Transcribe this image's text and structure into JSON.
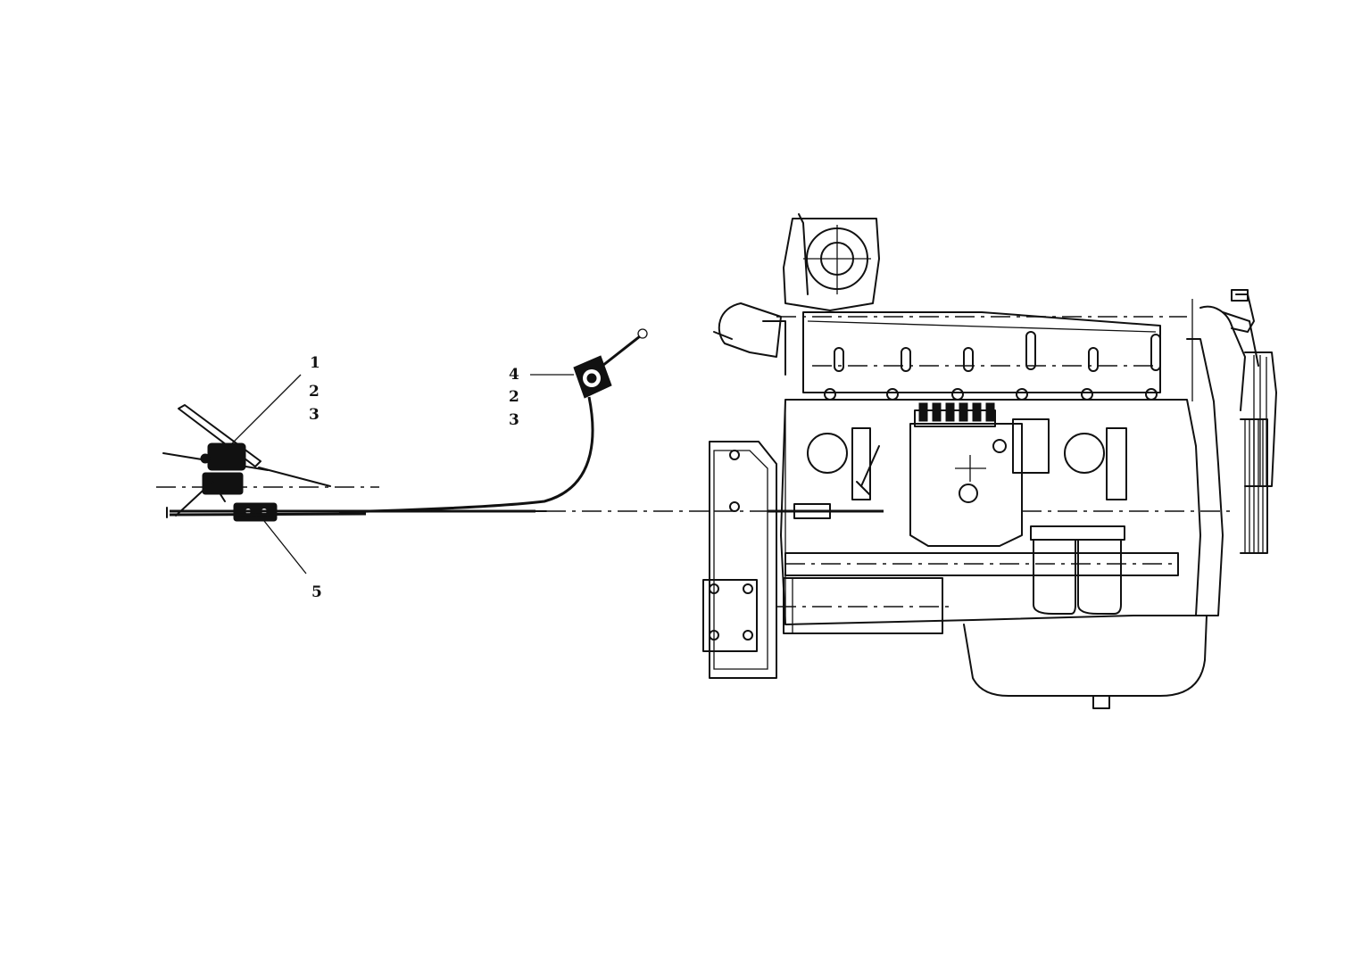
{
  "callouts": {
    "pedal_1": "1",
    "pedal_2": "2",
    "pedal_3": "3",
    "hand_4": "4",
    "hand_2": "2",
    "hand_3": "3",
    "cable_5": "5"
  }
}
